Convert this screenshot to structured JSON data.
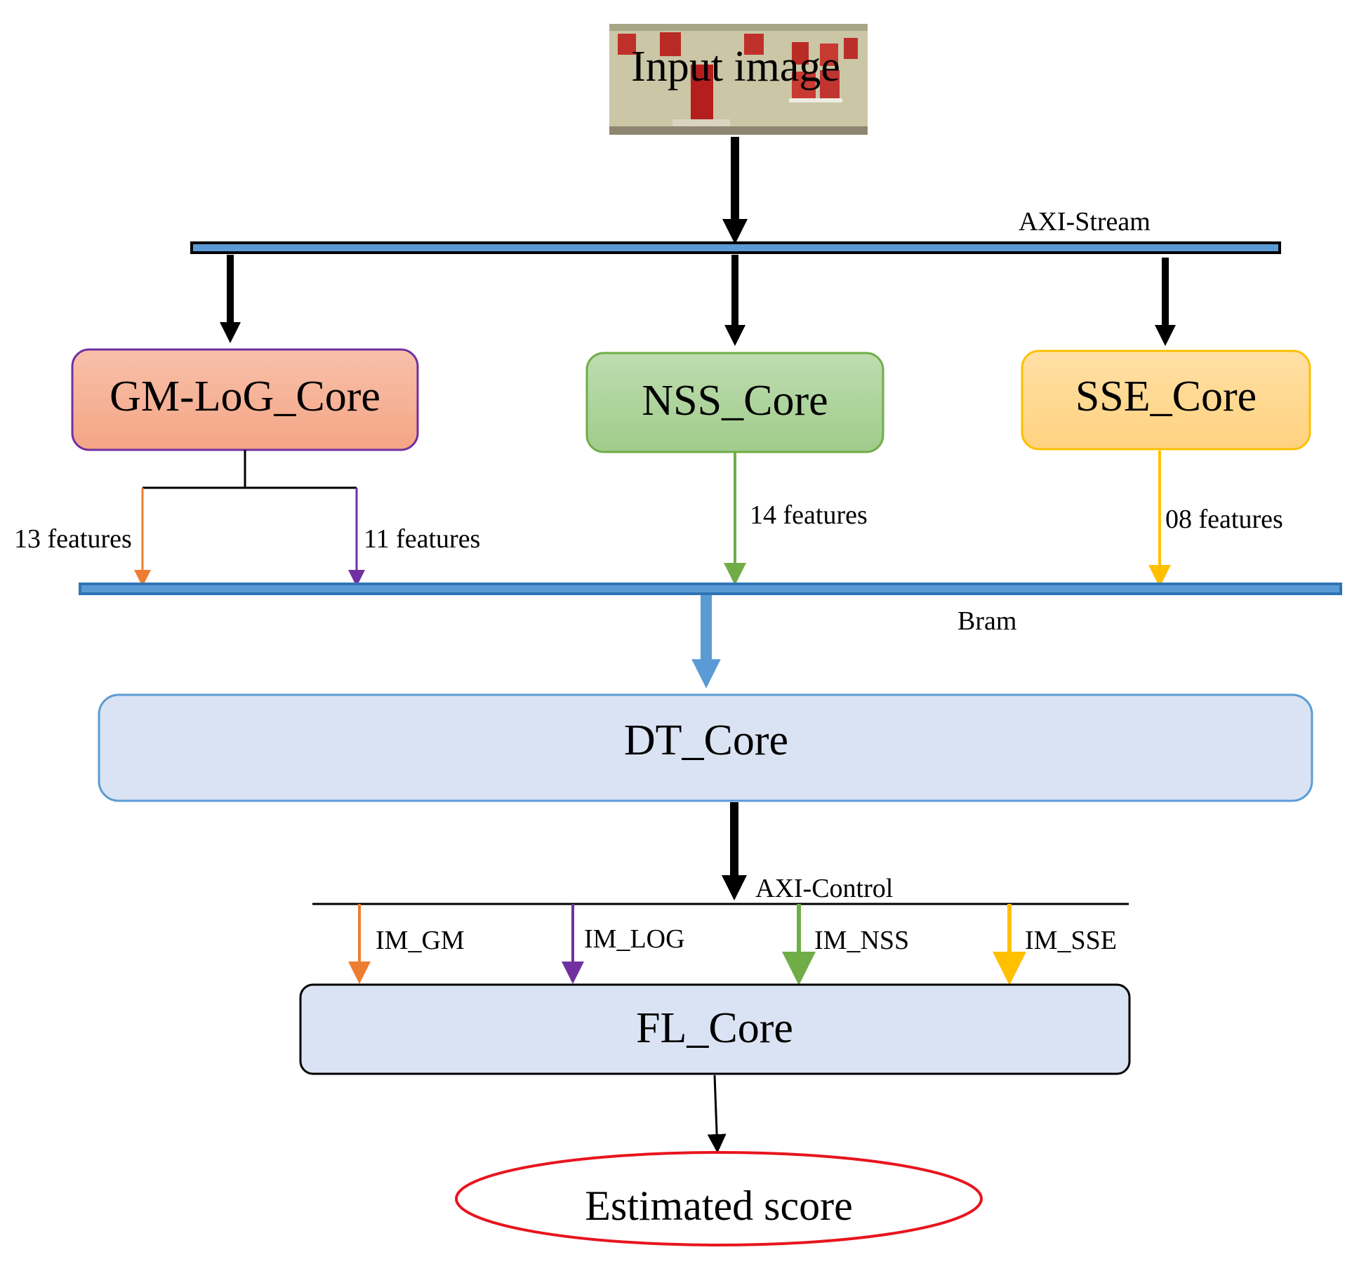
{
  "input": {
    "label": "Input image"
  },
  "buses": {
    "axi_stream": "AXI-Stream",
    "bram": "Bram",
    "axi_control": "AXI-Control"
  },
  "cores": {
    "gm_log": "GM-LoG_Core",
    "nss": "NSS_Core",
    "sse": "SSE_Core",
    "dt": "DT_Core",
    "fl": "FL_Core"
  },
  "features": {
    "gm": "13 features",
    "log": "11 features",
    "nss": "14 features",
    "sse": "08 features"
  },
  "im_signals": {
    "gm": "IM_GM",
    "log": "IM_LOG",
    "nss": "IM_NSS",
    "sse": "IM_SSE"
  },
  "output": {
    "label": "Estimated score"
  },
  "colors": {
    "gm": "#ED7D31",
    "log": "#7030A0",
    "nss": "#70AD47",
    "sse": "#FFC000",
    "bus": "#5B9BD5",
    "score": "#E8141E"
  }
}
